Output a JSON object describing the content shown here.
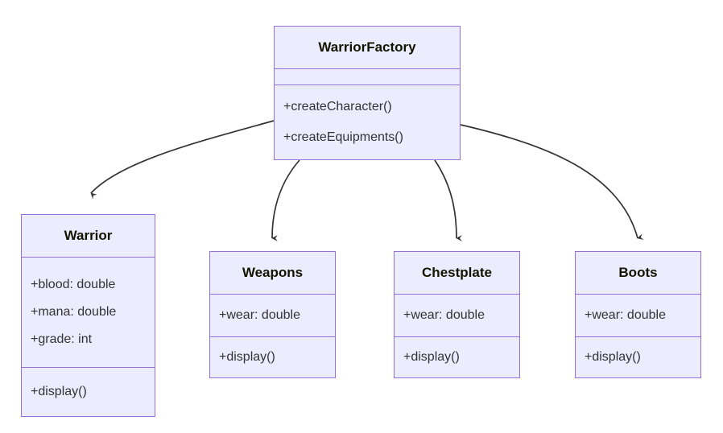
{
  "diagram": {
    "type": "uml-class-diagram",
    "title": "",
    "colors": {
      "box_fill": "#ECECFF",
      "box_border": "#9370DB",
      "text": "#131300",
      "member_text": "#333333",
      "edge": "#333333",
      "background": "#FFFFFF"
    }
  },
  "classes": [
    {
      "id": "warrior-factory",
      "name": "WarriorFactory",
      "attributes": [],
      "methods": [
        "+createCharacter()",
        "+createEquipments()"
      ]
    },
    {
      "id": "warrior",
      "name": "Warrior",
      "attributes": [
        "+blood: double",
        "+mana: double",
        "+grade: int"
      ],
      "methods": [
        "+display()"
      ]
    },
    {
      "id": "weapons",
      "name": "Weapons",
      "attributes": [
        "+wear: double"
      ],
      "methods": [
        "+display()"
      ]
    },
    {
      "id": "chestplate",
      "name": "Chestplate",
      "attributes": [
        "+wear: double"
      ],
      "methods": [
        "+display()"
      ]
    },
    {
      "id": "boots",
      "name": "Boots",
      "attributes": [
        "+wear: double"
      ],
      "methods": [
        "+display()"
      ]
    }
  ],
  "edges": [
    {
      "from": "warrior-factory",
      "to": "warrior",
      "style": "curved-arrow"
    },
    {
      "from": "warrior-factory",
      "to": "weapons",
      "style": "curved-arrow"
    },
    {
      "from": "warrior-factory",
      "to": "chestplate",
      "style": "curved-arrow"
    },
    {
      "from": "warrior-factory",
      "to": "boots",
      "style": "curved-arrow"
    }
  ]
}
